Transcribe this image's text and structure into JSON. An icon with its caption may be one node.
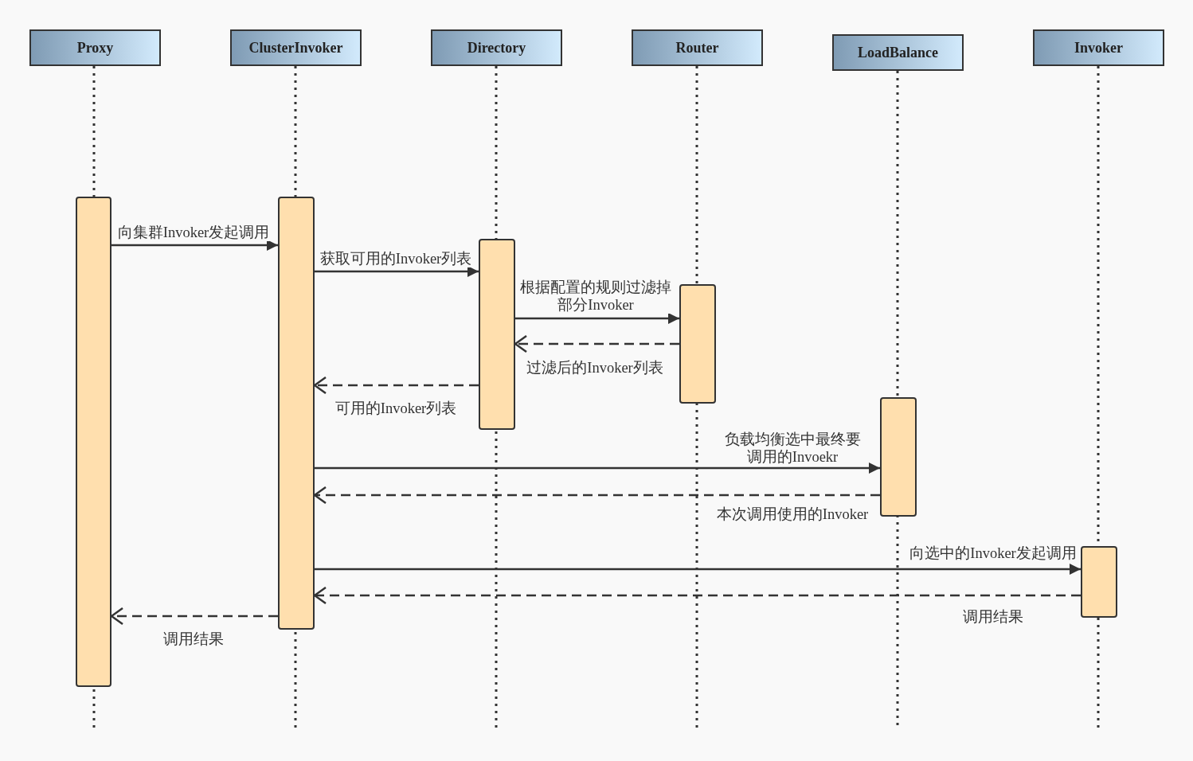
{
  "diagram": {
    "nodes": [
      {
        "text": [
          "Proxy"
        ]
      },
      {
        "text": [
          "ClusterInvoker"
        ]
      },
      {
        "text": [
          "Directory"
        ]
      },
      {
        "text": [
          "Router"
        ]
      },
      {
        "text": [
          "LoadBalance"
        ]
      },
      {
        "text": [
          "Invoker"
        ]
      },
      {
        "text": [],
        "shape": "bar"
      },
      {
        "text": [],
        "shape": "bar"
      },
      {
        "text": [],
        "shape": "bar"
      },
      {
        "text": [],
        "shape": "bar"
      },
      {
        "text": [],
        "shape": "bar"
      },
      {
        "text": [],
        "shape": "bar"
      }
    ],
    "edges": [
      {
        "from": 6,
        "to": 7,
        "arrow": "to",
        "label": "向集群Invoker发起调用"
      },
      {
        "from": 7,
        "to": 8,
        "arrow": "to",
        "label": "获取可用的Invoker列表"
      },
      {
        "from": 8,
        "to": 9,
        "arrow": "to",
        "label": "根据配置的规则过滤掉部分Invoker"
      },
      {
        "from": 9,
        "to": 8,
        "arrow": "to",
        "style": "dashed",
        "label": "过滤后的Invoker列表"
      },
      {
        "from": 8,
        "to": 7,
        "arrow": "to",
        "style": "dashed",
        "label": "可用的Invoker列表"
      },
      {
        "from": 7,
        "to": 10,
        "arrow": "to",
        "label": "负载均衡选中最终要调用的Invoekr"
      },
      {
        "from": 10,
        "to": 7,
        "arrow": "to",
        "style": "dashed",
        "label": "本次调用使用的Invoker"
      },
      {
        "from": 7,
        "to": 11,
        "arrow": "to",
        "label": "向选中的Invoker发起调用"
      },
      {
        "from": 11,
        "to": 7,
        "arrow": "to",
        "style": "dashed",
        "label": "调用结果"
      },
      {
        "from": 7,
        "to": 6,
        "arrow": "to",
        "style": "dashed",
        "label": "调用结果"
      }
    ]
  }
}
